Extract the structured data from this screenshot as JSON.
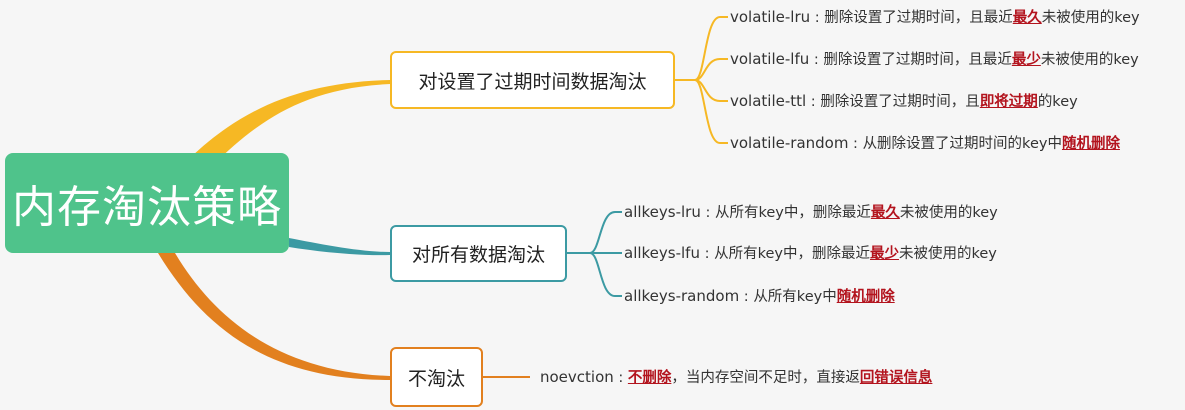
{
  "colors": {
    "root": "#4fc38b",
    "branch_1": "#f6b824",
    "branch_2": "#3c9aa3",
    "branch_3": "#e2801f",
    "highlight": "#b3141e"
  },
  "root": {
    "label": "内存淘汰策略"
  },
  "branches": [
    {
      "label": "对设置了过期时间数据淘汰",
      "leaves": [
        {
          "name": "volatile-lru",
          "sep": " : ",
          "pre": "删除设置了过期时间，且最近",
          "hl": "最久",
          "post": "未被使用的key"
        },
        {
          "name": "volatile-lfu",
          "sep": " : ",
          "pre": "删除设置了过期时间，且最近",
          "hl": "最少",
          "post": "未被使用的key"
        },
        {
          "name": "volatile-ttl",
          "sep": " : ",
          "pre": "删除设置了过期时间，且",
          "hl": "即将过期",
          "post": "的key"
        },
        {
          "name": "volatile-random",
          "sep": " : ",
          "pre": "从删除设置了过期时间的key中",
          "hl": "随机删除",
          "post": ""
        }
      ]
    },
    {
      "label": "对所有数据淘汰",
      "leaves": [
        {
          "name": "allkeys-lru",
          "sep": " : ",
          "pre": "从所有key中，删除最近",
          "hl": "最久",
          "post": "未被使用的key"
        },
        {
          "name": "allkeys-lfu",
          "sep": " : ",
          "pre": "从所有key中，删除最近",
          "hl": "最少",
          "post": "未被使用的key"
        },
        {
          "name": "allkeys-random",
          "sep": " : ",
          "pre": "从所有key中",
          "hl": "随机删除",
          "post": ""
        }
      ]
    },
    {
      "label": "不淘汰",
      "leaves": [
        {
          "name": "noevction",
          "sep": " : ",
          "pre": "",
          "hl": "不删除",
          "post": "，当内存空间不足时，直接返",
          "hl2": "回错误信息"
        }
      ]
    }
  ]
}
